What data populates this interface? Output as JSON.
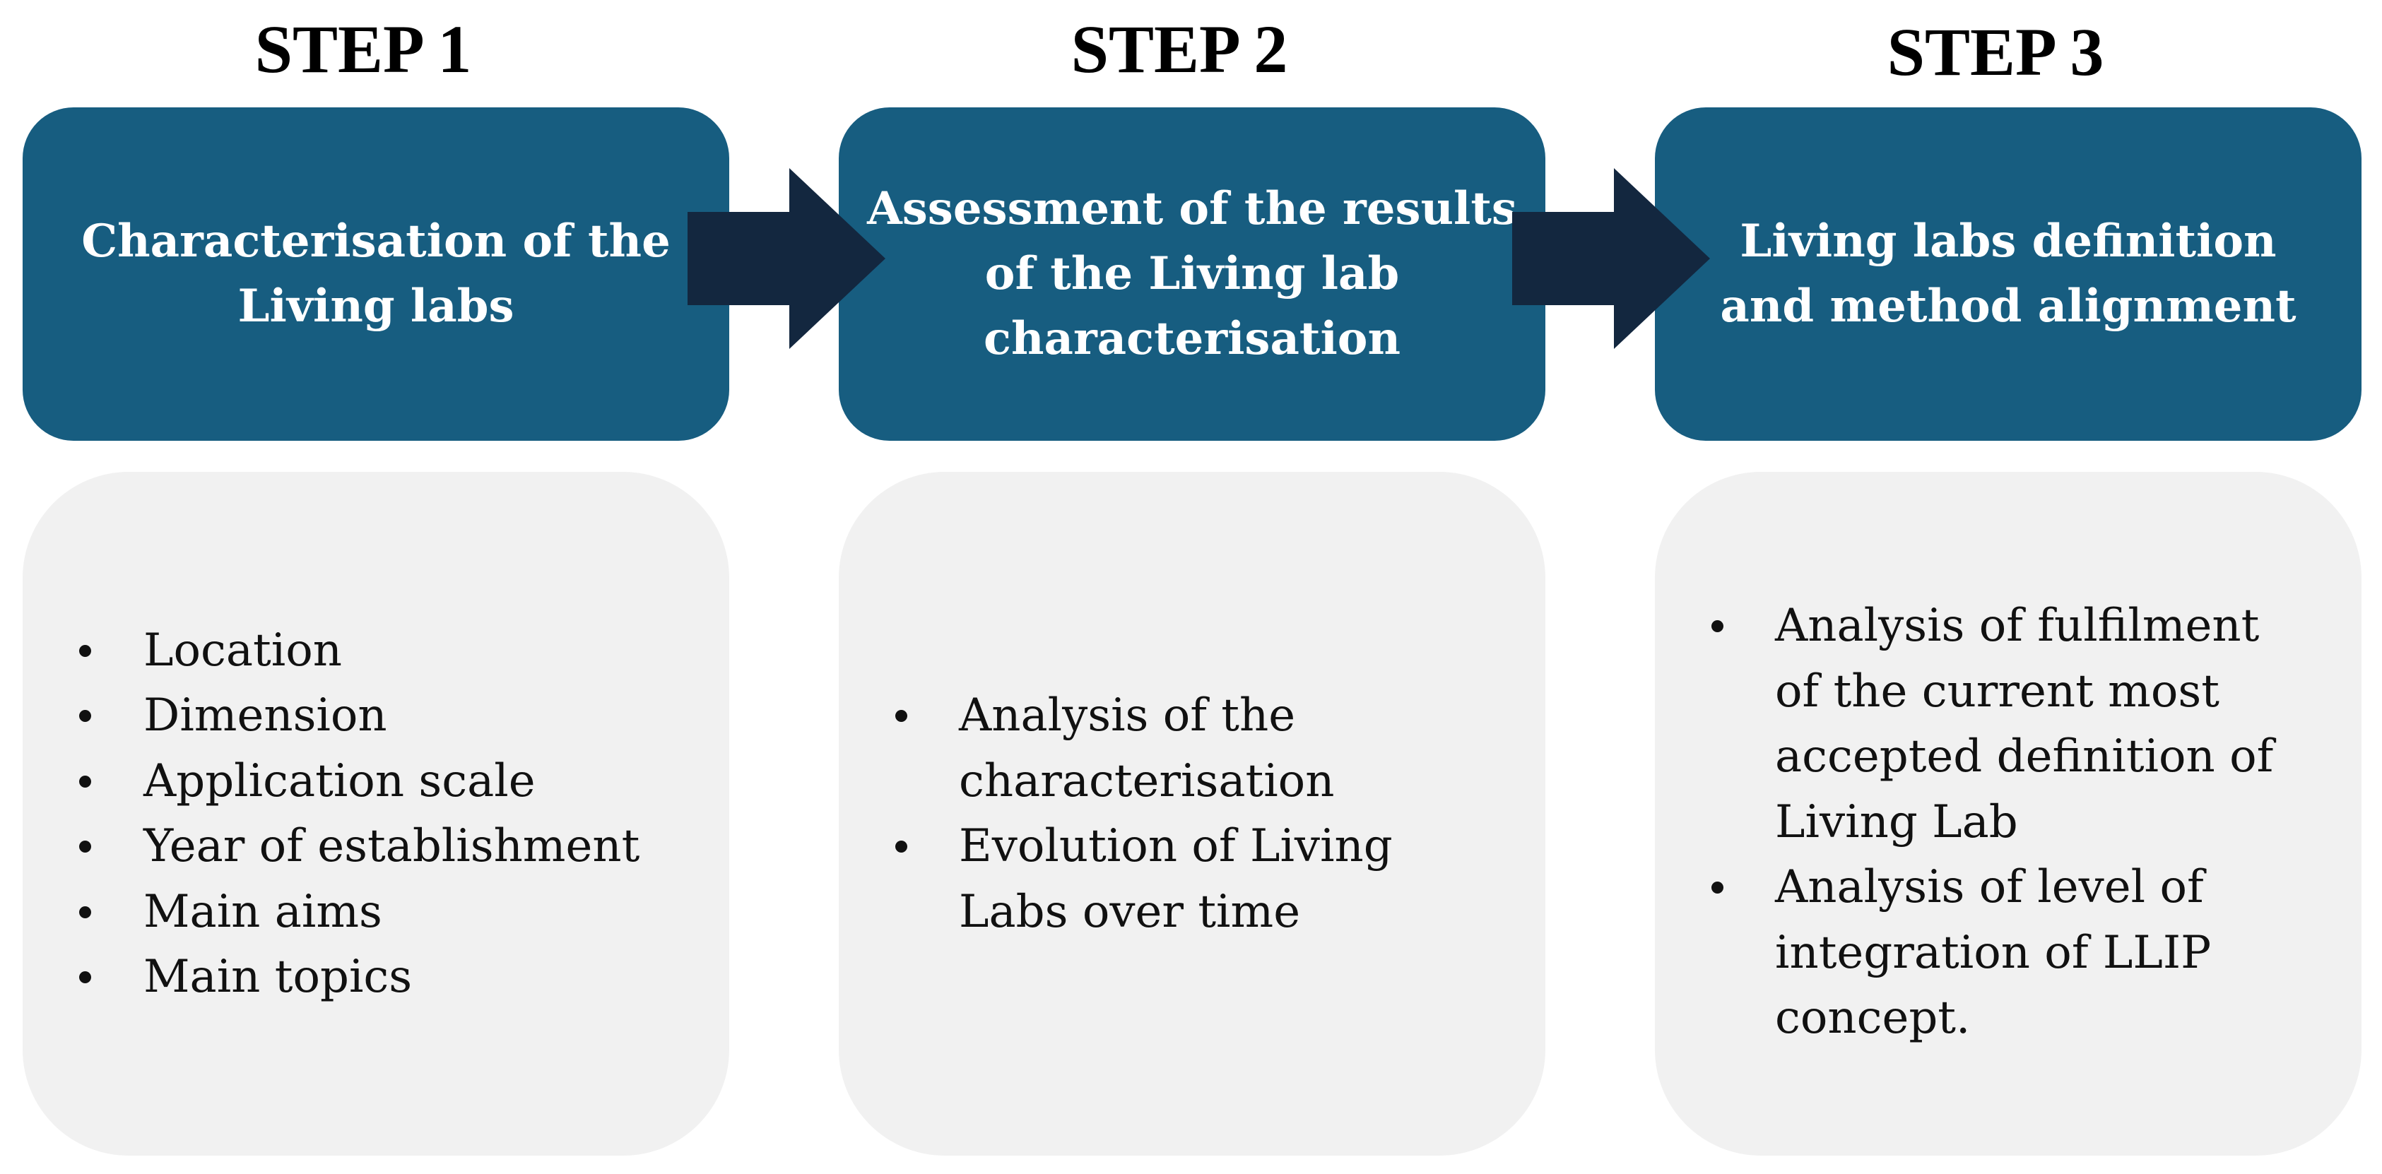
{
  "colors": {
    "step_box": "#175d80",
    "detail_box": "#f1f1f1",
    "arrow": "#13273f",
    "step_title_text": "#ffffff",
    "heading_text": "#000000"
  },
  "steps": [
    {
      "heading": "STEP 1",
      "title_lines": [
        "Characterisation of the",
        "Living labs"
      ],
      "bullets": [
        [
          "Location"
        ],
        [
          "Dimension"
        ],
        [
          "Application scale"
        ],
        [
          "Year of establishment"
        ],
        [
          "Main aims"
        ],
        [
          "Main topics"
        ]
      ]
    },
    {
      "heading": "STEP 2",
      "title_lines": [
        "Assessment of the results",
        "of the Living lab",
        "characterisation"
      ],
      "bullets": [
        [
          "Analysis of the",
          "characterisation"
        ],
        [
          "Evolution of Living",
          "Labs over time"
        ]
      ]
    },
    {
      "heading": "STEP 3",
      "title_lines": [
        "Living labs definition",
        "and method alignment"
      ],
      "bullets": [
        [
          "Analysis of fulfilment",
          "of the current most",
          "accepted definition of",
          "Living Lab"
        ],
        [
          "Analysis of level of",
          "integration of LLIP",
          "concept."
        ]
      ]
    }
  ],
  "arrows": [
    {
      "from": "STEP 1",
      "to": "STEP 2",
      "icon": "right-arrow-icon"
    },
    {
      "from": "STEP 2",
      "to": "STEP 3",
      "icon": "right-arrow-icon"
    }
  ]
}
